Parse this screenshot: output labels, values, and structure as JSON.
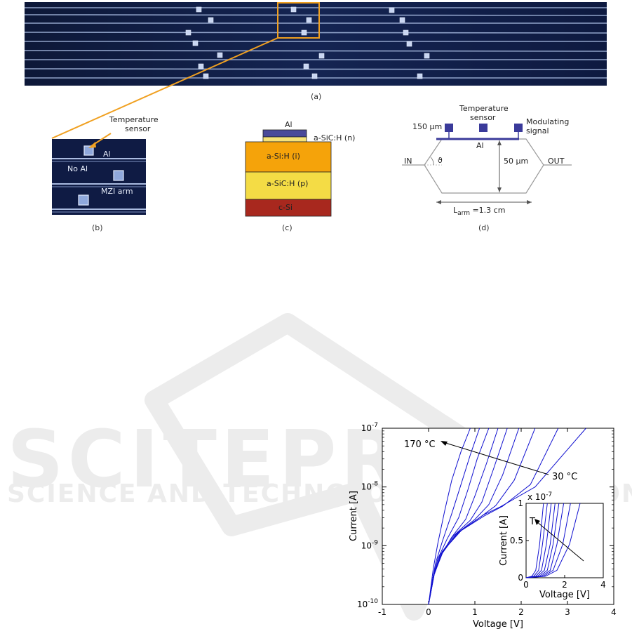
{
  "watermark": {
    "brand": "SCITEPRESS",
    "tagline": "SCIENCE AND TECHNOLOGY PUBLICATIONS"
  },
  "figure": {
    "captions": {
      "a": "(a)",
      "b": "(b)",
      "c": "(c)",
      "d": "(d)"
    },
    "panel_b": {
      "temperature_sensor": "Temperature",
      "temperature_sensor_2": "sensor",
      "al": "Al",
      "no_al": "No Al",
      "mzi_arm": "MZI arm"
    },
    "panel_c": {
      "layers": [
        "Al",
        "a-SiC:H (n)",
        "a-Si:H (i)",
        "a-SiC:H (p)",
        "c-Si"
      ],
      "colors": [
        "#4a4a9a",
        "#f5e27a",
        "#f5a30a",
        "#f4dc45",
        "#a8281e"
      ]
    },
    "panel_d": {
      "pad_size": "150 μm",
      "temperature_sensor": "Temperature",
      "temperature_sensor_2": "sensor",
      "modulating": "Modulating",
      "modulating_2": "signal",
      "al": "Al",
      "in": "IN",
      "out": "OUT",
      "theta": "ϑ",
      "height": "50 μm",
      "length_L": "L",
      "length_sub": "arm",
      "length_val": " =1.3 cm"
    }
  },
  "chart_data": {
    "type": "line",
    "xlabel": "Voltage [V]",
    "ylabel": "Current [A]",
    "xlim": [
      -1,
      4
    ],
    "ylim": [
      1e-10,
      1e-07
    ],
    "yscale": "log",
    "x_ticks": [
      "-1",
      "0",
      "1",
      "2",
      "3",
      "4"
    ],
    "y_ticks": [
      "10^-10",
      "10^-9",
      "10^-8",
      "10^-7"
    ],
    "annotations": [
      "170 °C",
      "30 °C"
    ],
    "series_color": "#1010d0",
    "series": [
      {
        "x": [
          0.0,
          0.05,
          0.1,
          0.2,
          0.35,
          0.5,
          0.7,
          0.9
        ],
        "y": [
          1e-10,
          2e-10,
          4e-10,
          1.1e-09,
          4e-09,
          1.3e-08,
          4e-08,
          1e-07
        ]
      },
      {
        "x": [
          0.0,
          0.08,
          0.15,
          0.3,
          0.5,
          0.7,
          0.9,
          1.1
        ],
        "y": [
          1e-10,
          2.5e-10,
          5e-10,
          1.2e-09,
          3.5e-09,
          1.1e-08,
          3.5e-08,
          1e-07
        ]
      },
      {
        "x": [
          0.0,
          0.1,
          0.2,
          0.4,
          0.65,
          0.85,
          1.05,
          1.3
        ],
        "y": [
          1e-10,
          3e-10,
          6e-10,
          1.3e-09,
          3e-09,
          9e-09,
          3e-08,
          1e-07
        ]
      },
      {
        "x": [
          0.0,
          0.1,
          0.25,
          0.5,
          0.8,
          1.0,
          1.25,
          1.5
        ],
        "y": [
          1e-10,
          3e-10,
          6.5e-10,
          1.4e-09,
          2.8e-09,
          7e-09,
          2.5e-08,
          1e-07
        ]
      },
      {
        "x": [
          0.0,
          0.1,
          0.25,
          0.55,
          0.9,
          1.15,
          1.4,
          1.7
        ],
        "y": [
          1e-10,
          3e-10,
          7e-10,
          1.5e-09,
          2.7e-09,
          5.5e-09,
          2e-08,
          1e-07
        ]
      },
      {
        "x": [
          0.0,
          0.1,
          0.3,
          0.6,
          1.0,
          1.3,
          1.6,
          1.95
        ],
        "y": [
          1e-10,
          3e-10,
          7.5e-10,
          1.6e-09,
          2.8e-09,
          5e-09,
          1.6e-08,
          1e-07
        ]
      },
      {
        "x": [
          0.0,
          0.12,
          0.3,
          0.65,
          1.1,
          1.45,
          1.85,
          2.3
        ],
        "y": [
          1e-10,
          3.2e-10,
          8e-10,
          1.7e-09,
          3e-09,
          4.8e-09,
          1.3e-08,
          1e-07
        ]
      },
      {
        "x": [
          0.0,
          0.12,
          0.3,
          0.7,
          1.2,
          1.6,
          2.2,
          2.8
        ],
        "y": [
          1e-10,
          3.2e-10,
          8e-10,
          1.8e-09,
          3.2e-09,
          4.7e-09,
          1.1e-08,
          1e-07
        ]
      },
      {
        "x": [
          0.0,
          0.12,
          0.3,
          0.7,
          1.2,
          1.55,
          2.3,
          3.4
        ],
        "y": [
          1e-10,
          3.2e-10,
          8e-10,
          1.8e-09,
          3.4e-09,
          4.6e-09,
          1e-08,
          1e-07
        ]
      }
    ],
    "inset": {
      "type": "line",
      "xlabel": "Voltage [V]",
      "ylabel": "Current [A]",
      "xlim": [
        0,
        4
      ],
      "ylim": [
        0,
        1
      ],
      "multiplier": "x 10",
      "multiplier_exp": "-7",
      "annotation": "T",
      "x_ticks": [
        "0",
        "2",
        "4"
      ],
      "y_ticks": [
        "0",
        "0.5",
        "1"
      ],
      "series": [
        {
          "x": [
            0.0,
            0.3,
            0.5,
            0.7,
            0.9
          ],
          "y": [
            0.0,
            0.02,
            0.1,
            0.45,
            1.0
          ]
        },
        {
          "x": [
            0.0,
            0.4,
            0.65,
            0.85,
            1.1
          ],
          "y": [
            0.0,
            0.02,
            0.1,
            0.45,
            1.0
          ]
        },
        {
          "x": [
            0.0,
            0.5,
            0.8,
            1.05,
            1.3
          ],
          "y": [
            0.0,
            0.02,
            0.1,
            0.45,
            1.0
          ]
        },
        {
          "x": [
            0.0,
            0.6,
            0.95,
            1.25,
            1.5
          ],
          "y": [
            0.0,
            0.02,
            0.1,
            0.45,
            1.0
          ]
        },
        {
          "x": [
            0.0,
            0.7,
            1.1,
            1.4,
            1.7
          ],
          "y": [
            0.0,
            0.02,
            0.1,
            0.45,
            1.0
          ]
        },
        {
          "x": [
            0.0,
            0.8,
            1.25,
            1.6,
            1.95
          ],
          "y": [
            0.0,
            0.02,
            0.1,
            0.45,
            1.0
          ]
        },
        {
          "x": [
            0.0,
            0.9,
            1.4,
            1.9,
            2.3
          ],
          "y": [
            0.0,
            0.02,
            0.1,
            0.45,
            1.0
          ]
        },
        {
          "x": [
            0.0,
            1.0,
            1.6,
            2.25,
            2.8
          ],
          "y": [
            0.0,
            0.02,
            0.1,
            0.45,
            1.0
          ]
        }
      ]
    }
  }
}
